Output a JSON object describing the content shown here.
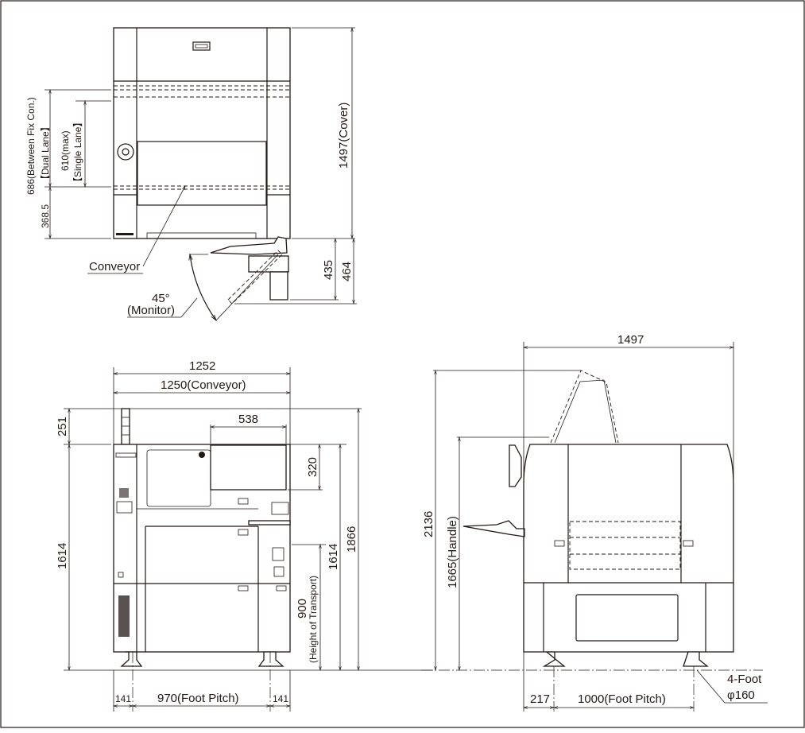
{
  "top_view": {
    "cover_height": "1497(Cover)",
    "dual_lane": "686(Between Fix Con.)",
    "dual_lane_tag": "【Dual Lane】",
    "single_lane": "610(max)",
    "single_lane_tag": "【Single Lane】",
    "bottom_offset": "368.5",
    "conveyor_label": "Conveyor",
    "monitor_angle": "45°",
    "monitor_label": "(Monitor)",
    "dim_435": "435",
    "dim_464": "464"
  },
  "front_view": {
    "overall_width": "1252",
    "conveyor_width": "1250(Conveyor)",
    "monitor_width": "538",
    "monitor_height": "320",
    "tower_height": "251",
    "body_height_left": "1614",
    "body_height_right": "1614",
    "overall_height": "1866",
    "transport_height": "900",
    "transport_label": "(Height of Transport)",
    "foot_offset_left": "141",
    "foot_pitch": "970(Foot Pitch)",
    "foot_offset_right": "141"
  },
  "side_view": {
    "overall_depth": "1497",
    "overall_height": "2136",
    "handle_height": "1665(Handle)",
    "foot_offset": "217",
    "foot_pitch": "1000(Foot Pitch)",
    "foot_count": "4-Foot",
    "foot_diameter": "φ160"
  }
}
